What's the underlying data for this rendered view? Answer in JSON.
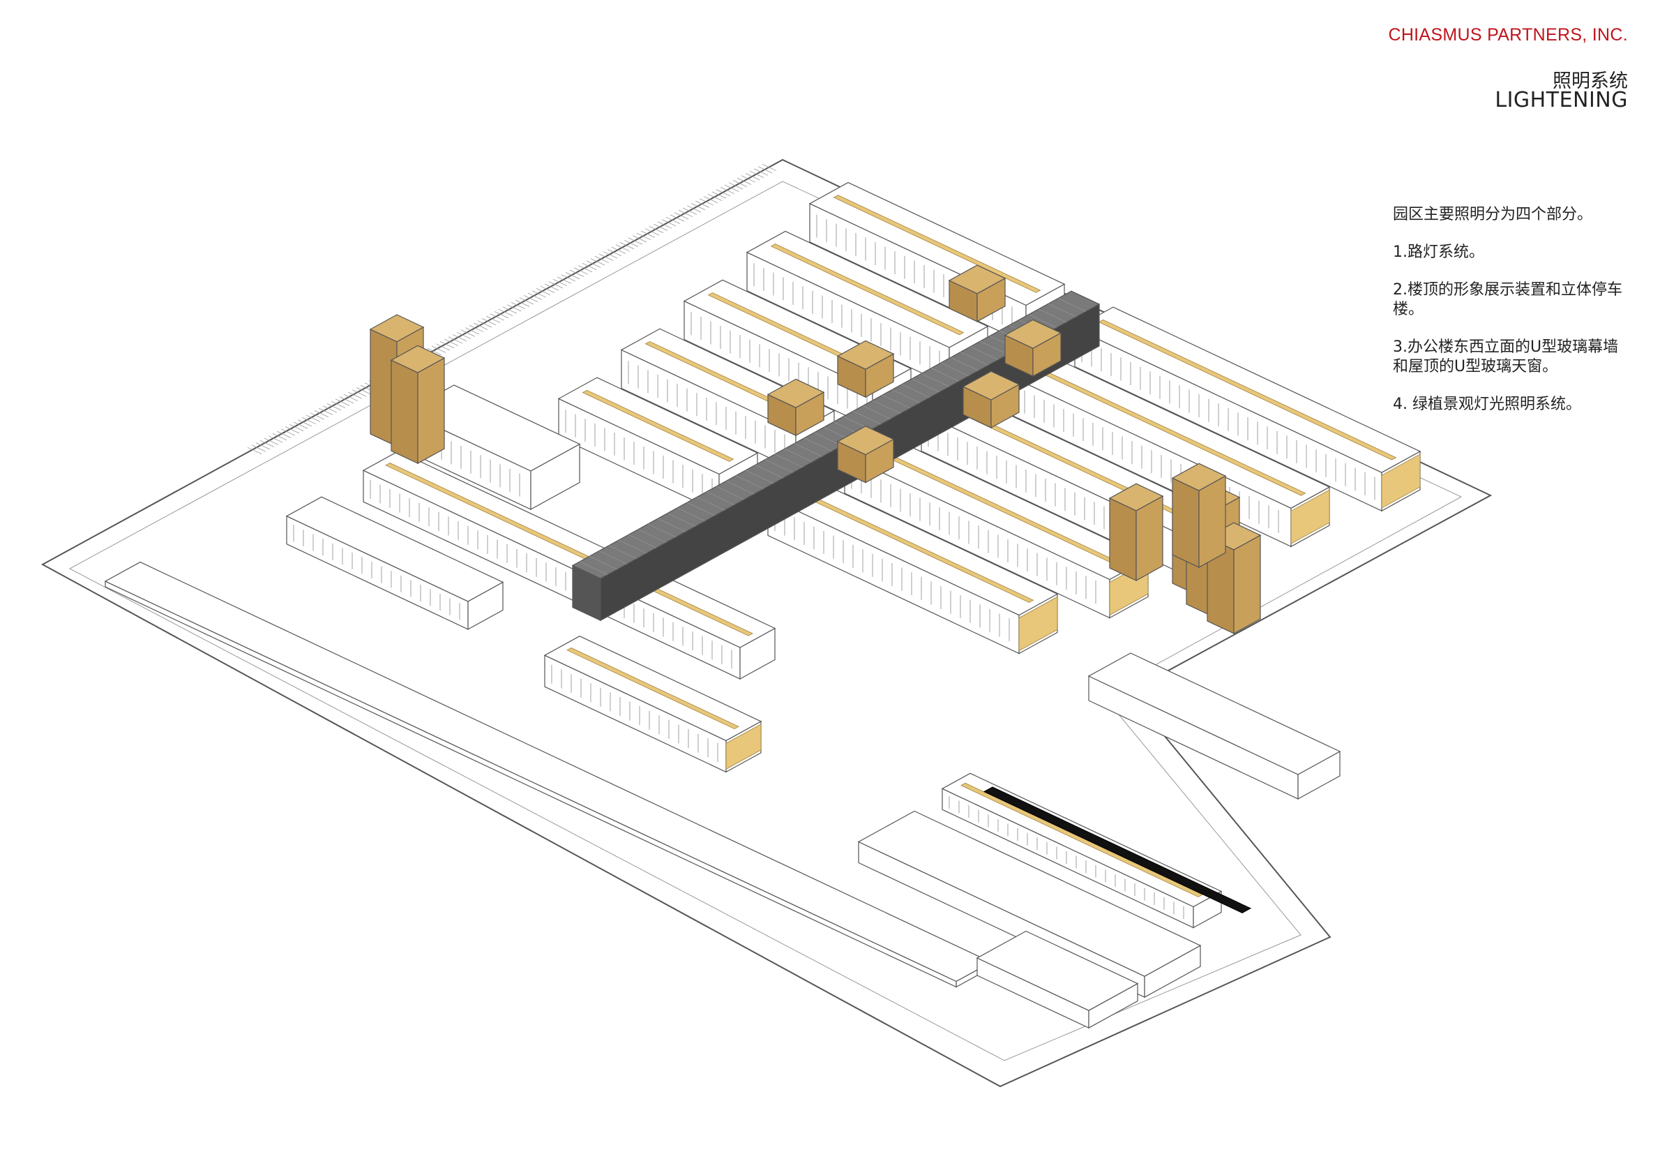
{
  "header": {
    "firm": "CHIASMUS PARTNERS, INC.",
    "title_cn": "照明系统",
    "title_en": "LIGHTENING"
  },
  "description": {
    "intro": "园区主要照明分为四个部分。",
    "items": [
      "1.路灯系统。",
      "2.楼顶的形象展示装置和立体停车楼。",
      "3.办公楼东西立面的U型玻璃幕墙和屋顶的U型玻璃天窗。",
      "4. 绿植景观灯光照明系统。"
    ]
  },
  "colors": {
    "line": "#555555",
    "building": "#ffffff",
    "lighting": "#e8c77a",
    "cube": "#c9a05a",
    "bridge": "#6d6d6d",
    "brand": "#c0141c"
  }
}
